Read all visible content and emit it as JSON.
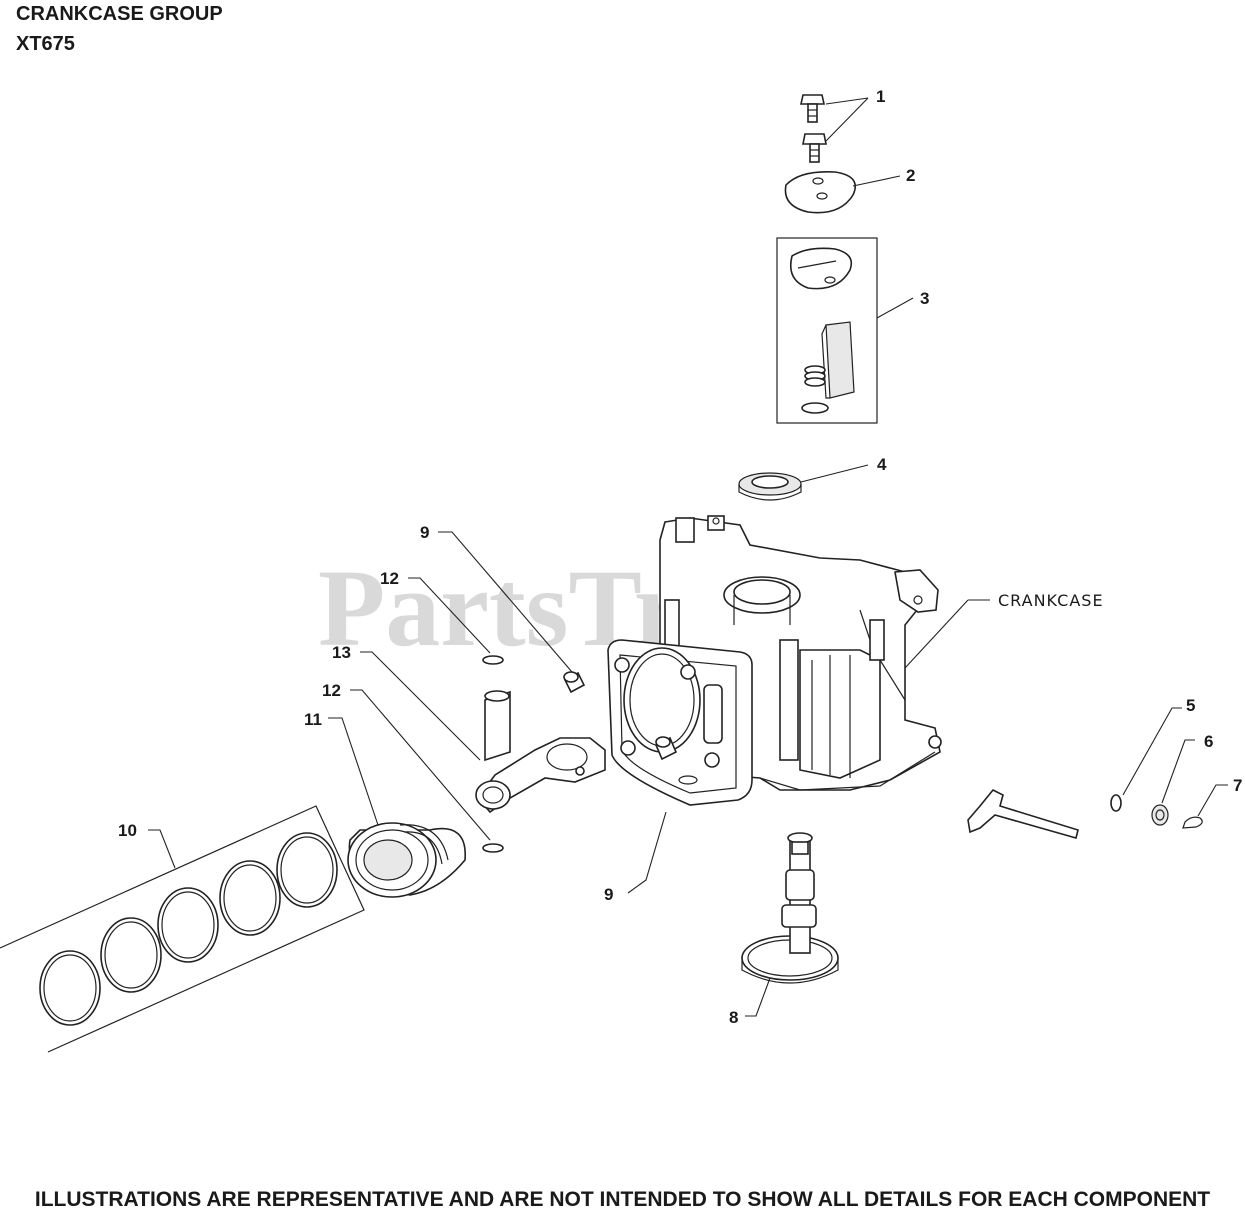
{
  "header": {
    "title": "CRANKCASE GROUP",
    "model": "XT675"
  },
  "watermark": "PartsTree",
  "part_label": "CRANKCASE",
  "callouts": [
    "1",
    "2",
    "3",
    "4",
    "5",
    "6",
    "7",
    "8",
    "9",
    "9",
    "10",
    "11",
    "12",
    "12",
    "13"
  ],
  "footer": "ILLUSTRATIONS ARE REPRESENTATIVE AND ARE NOT INTENDED TO SHOW ALL DETAILS FOR EACH COMPONENT"
}
